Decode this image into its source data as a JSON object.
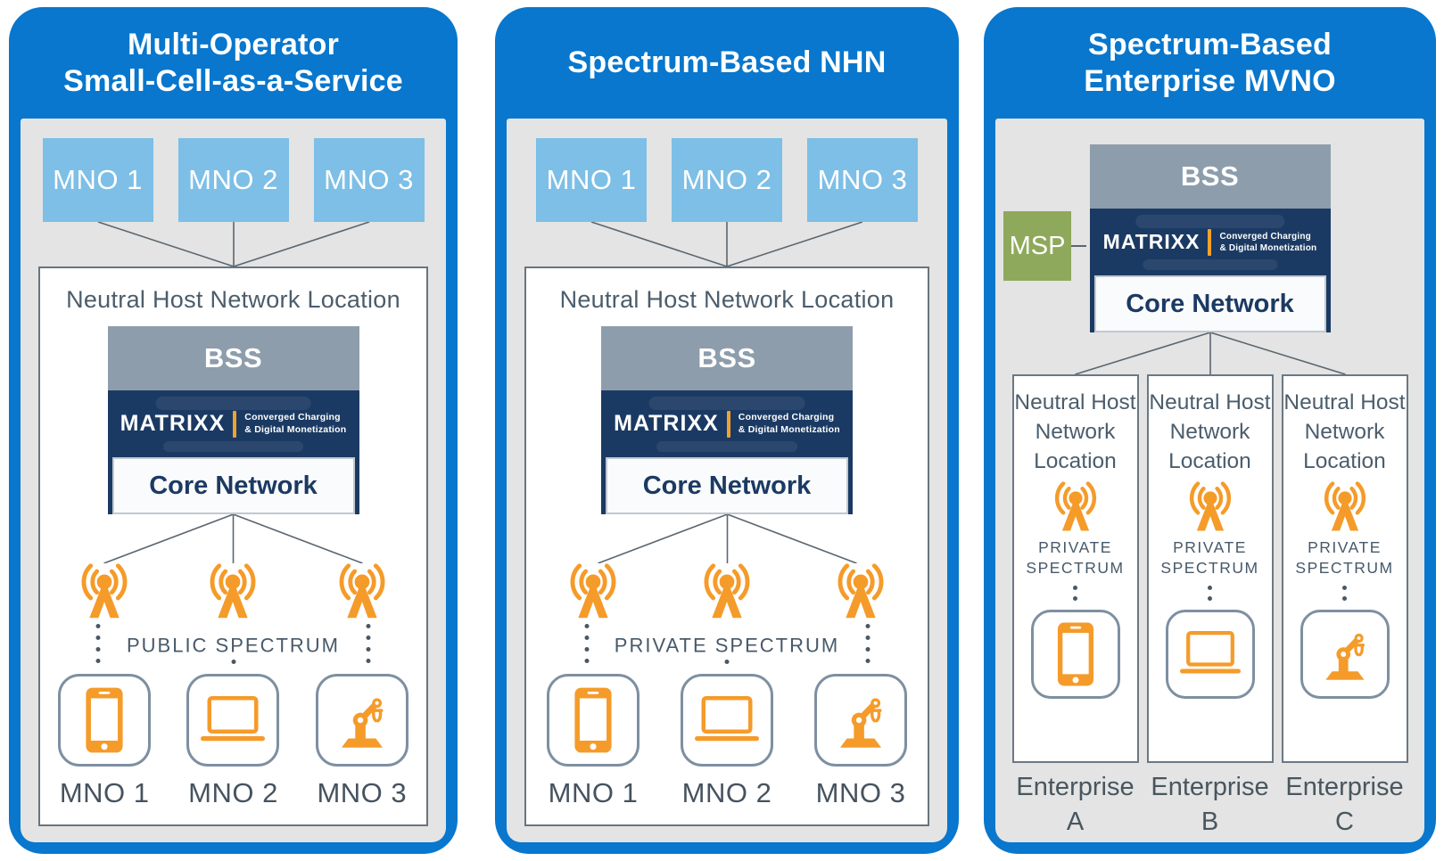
{
  "colors": {
    "panel_blue": "#0877cd",
    "operator_blue": "#7dbfe6",
    "body_gray": "#e3e4e3",
    "navy": "#1b3a63",
    "bss_gray": "#8e9dab",
    "orange": "#f59b2a",
    "msp_green": "#8ea95b",
    "slate_text": "#4b5d6c"
  },
  "brand": {
    "bss": "BSS",
    "core": "Core Network",
    "name": "MATRIXX",
    "tagline_line1": "Converged Charging",
    "tagline_line2": "& Digital Monetization"
  },
  "panels": [
    {
      "title_line1": "Multi-Operator",
      "title_line2": "Small-Cell-as-a-Service",
      "operators": [
        "MNO 1",
        "MNO 2",
        "MNO 3"
      ],
      "nhn_title": "Neutral Host Network Location",
      "spectrum_label": "PUBLIC SPECTRUM",
      "device_icons": [
        "smartphone-icon",
        "laptop-icon",
        "robot-arm-icon"
      ],
      "device_labels": [
        "MNO 1",
        "MNO 2",
        "MNO 3"
      ]
    },
    {
      "title_line1": "Spectrum-Based NHN",
      "operators": [
        "MNO 1",
        "MNO 2",
        "MNO 3"
      ],
      "nhn_title": "Neutral Host Network Location",
      "spectrum_label": "PRIVATE SPECTRUM",
      "device_icons": [
        "smartphone-icon",
        "laptop-icon",
        "robot-arm-icon"
      ],
      "device_labels": [
        "MNO 1",
        "MNO 2",
        "MNO 3"
      ]
    },
    {
      "title_line1": "Spectrum-Based",
      "title_line2": "Enterprise MVNO",
      "msp_label": "MSP",
      "columns": [
        {
          "nhn_title": "Neutral Host Network Location",
          "spectrum_label": "PRIVATE SPECTRUM",
          "device_icon": "smartphone-icon",
          "label_line1": "Enterprise",
          "label_line2": "A"
        },
        {
          "nhn_title": "Neutral Host Network Location",
          "spectrum_label": "PRIVATE SPECTRUM",
          "device_icon": "laptop-icon",
          "label_line1": "Enterprise",
          "label_line2": "B"
        },
        {
          "nhn_title": "Neutral Host Network Location",
          "spectrum_label": "PRIVATE SPECTRUM",
          "device_icon": "robot-arm-icon",
          "label_line1": "Enterprise",
          "label_line2": "C"
        }
      ]
    }
  ]
}
